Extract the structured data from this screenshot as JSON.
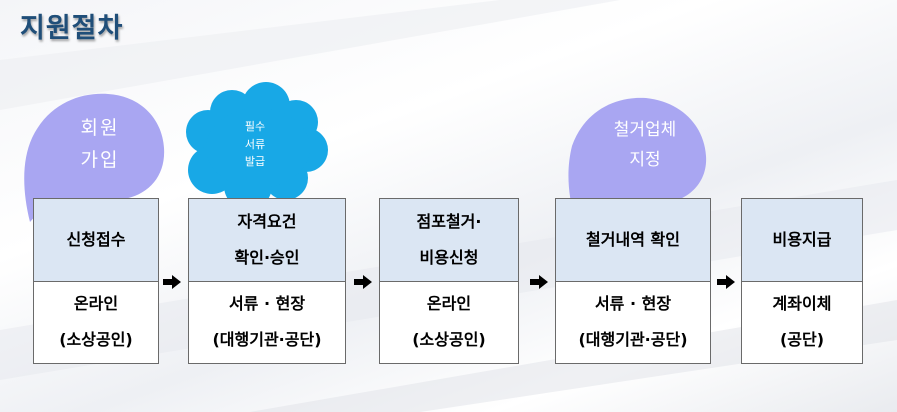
{
  "title": "지원절차",
  "bubbles": [
    {
      "id": "member-join",
      "lines": [
        "회원",
        "가입"
      ],
      "color": "#a9a6f2"
    },
    {
      "id": "required-docs",
      "lines": [
        "필수",
        "서류",
        "발급"
      ],
      "color": "#18a8e6"
    },
    {
      "id": "demolition-company",
      "lines": [
        "철거업체",
        "지정"
      ],
      "color": "#a9a6f2"
    }
  ],
  "steps": [
    {
      "title": [
        "신청접수"
      ],
      "sub": [
        "온라인",
        "(소상공인)"
      ]
    },
    {
      "title": [
        "자격요건",
        "확인·승인"
      ],
      "sub": [
        "서류 · 현장",
        "(대행기관·공단)"
      ]
    },
    {
      "title": [
        "점포철거·",
        "비용신청"
      ],
      "sub": [
        "온라인",
        "(소상공인)"
      ]
    },
    {
      "title": [
        "철거내역 확인"
      ],
      "sub": [
        "서류 · 현장",
        "(대행기관·공단)"
      ]
    },
    {
      "title": [
        "비용지급"
      ],
      "sub": [
        "계좌이체",
        "(공단)"
      ]
    }
  ],
  "colors": {
    "title": "#1f4e79",
    "step_header": "#dbe6f3",
    "border": "#6a6a6a",
    "arrow": "#000000"
  }
}
